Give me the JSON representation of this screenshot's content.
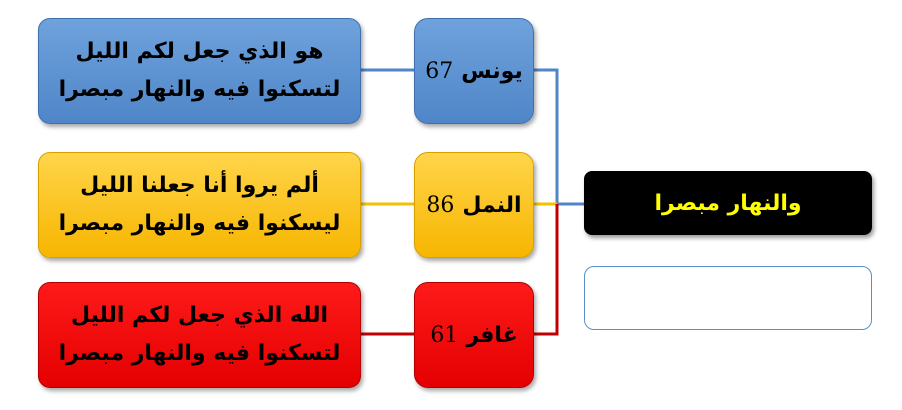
{
  "rows": [
    {
      "color": "#4f86c8",
      "line_color": "#4f86c8",
      "reference_name": "يونس",
      "reference_number": "67",
      "verse_line1": "هو الذي جعل لكم الليل",
      "verse_line2": "لتسكنوا فيه والنهار مبصرا"
    },
    {
      "color": "#f7b500",
      "line_color": "#f2c200",
      "reference_name": "النمل",
      "reference_number": "86",
      "verse_line1": "ألم يروا أنا جعلنا الليل",
      "verse_line2": "ليسكنوا فيه والنهار مبصرا"
    },
    {
      "color": "#e40000",
      "line_color": "#c00000",
      "reference_name": "غافر",
      "reference_number": "61",
      "verse_line1": "الله الذي جعل لكم الليل",
      "verse_line2": "لتسكنوا فيه والنهار مبصرا"
    }
  ],
  "answer": {
    "text": "والنهار مبصرا",
    "background": "#000000",
    "text_color": "#ffff00"
  },
  "empty_box": {
    "text": "",
    "border_color": "#5b8fc9"
  }
}
